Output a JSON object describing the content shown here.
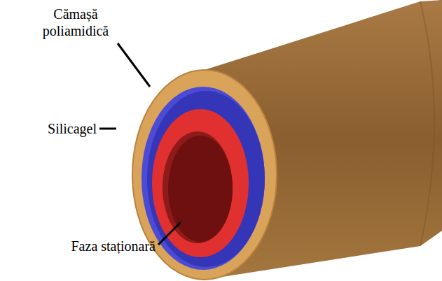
{
  "diagram": {
    "labels": [
      "Cămașă poliamidică",
      "Silicagel",
      "Faza staționară"
    ]
  }
}
